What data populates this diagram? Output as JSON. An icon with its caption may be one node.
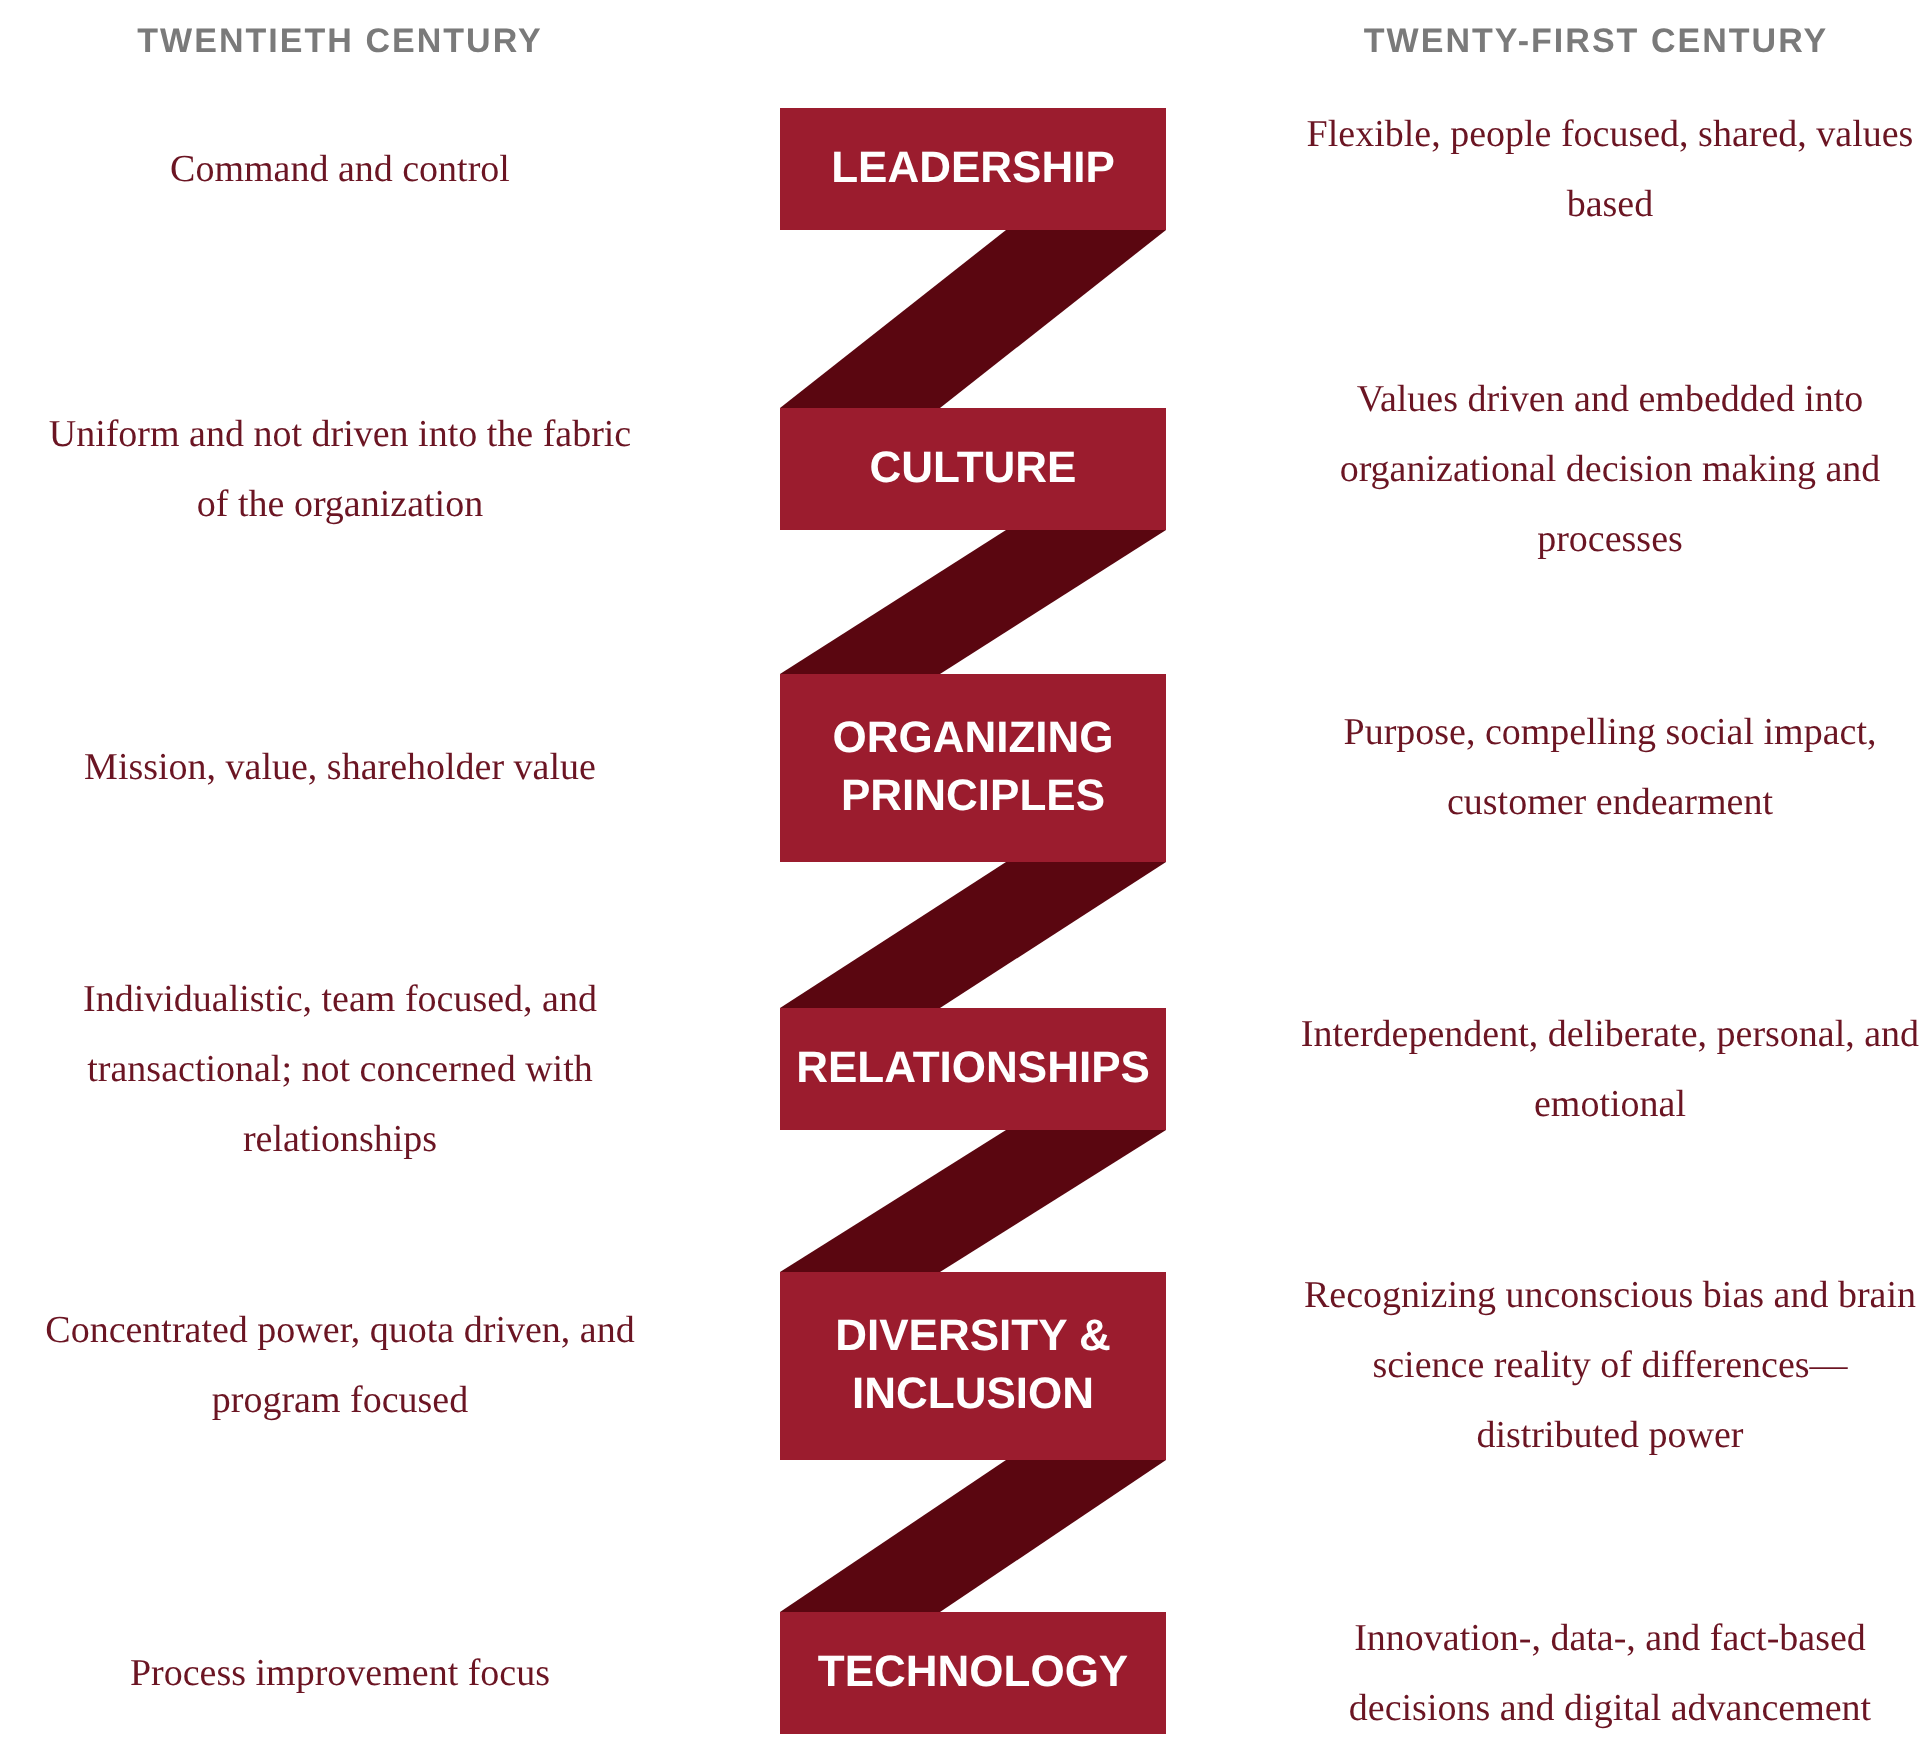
{
  "diagram": {
    "nodes": [
      {
        "text": [
          "LEADERSHIP"
        ]
      },
      {
        "text": [
          "CULTURE"
        ]
      },
      {
        "text": [
          "ORGANIZING PRINCIPLES"
        ]
      },
      {
        "text": [
          "RELATIONSHIPS"
        ]
      },
      {
        "text": [
          "DIVERSITY & INCLUSION"
        ]
      },
      {
        "text": [
          "TECHNOLOGY"
        ]
      }
    ],
    "edges": [
      {
        "from": 0,
        "to": 1,
        "arrow": "none",
        "style": "thick"
      },
      {
        "from": 1,
        "to": 2,
        "arrow": "none",
        "style": "thick"
      },
      {
        "from": 2,
        "to": 3,
        "arrow": "none",
        "style": "thick"
      },
      {
        "from": 3,
        "to": 4,
        "arrow": "none",
        "style": "thick"
      },
      {
        "from": 4,
        "to": 5,
        "arrow": "none",
        "style": "thick"
      }
    ],
    "labels": [
      "TWENTIETH CENTURY",
      "TWENTY-FIRST CENTURY",
      "Command and control",
      "Flexible, people focused, shared, values based",
      "Uniform and not driven into the fabric of the organization",
      "Values driven and embedded into organizational decision making and processes",
      "Mission, value, shareholder value",
      "Purpose, compelling social impact, customer endearment",
      "Individualistic, team focused, and transactional; not concerned with relationships",
      "Interdependent, deliberate, personal, and emotional",
      "Concentrated power, quota driven, and program focused",
      "Recognizing unconscious bias and brain science reality of differences—distributed power",
      "Process improvement focus",
      "Innovation-, data-, and fact-based decisions and digital advancement"
    ]
  }
}
